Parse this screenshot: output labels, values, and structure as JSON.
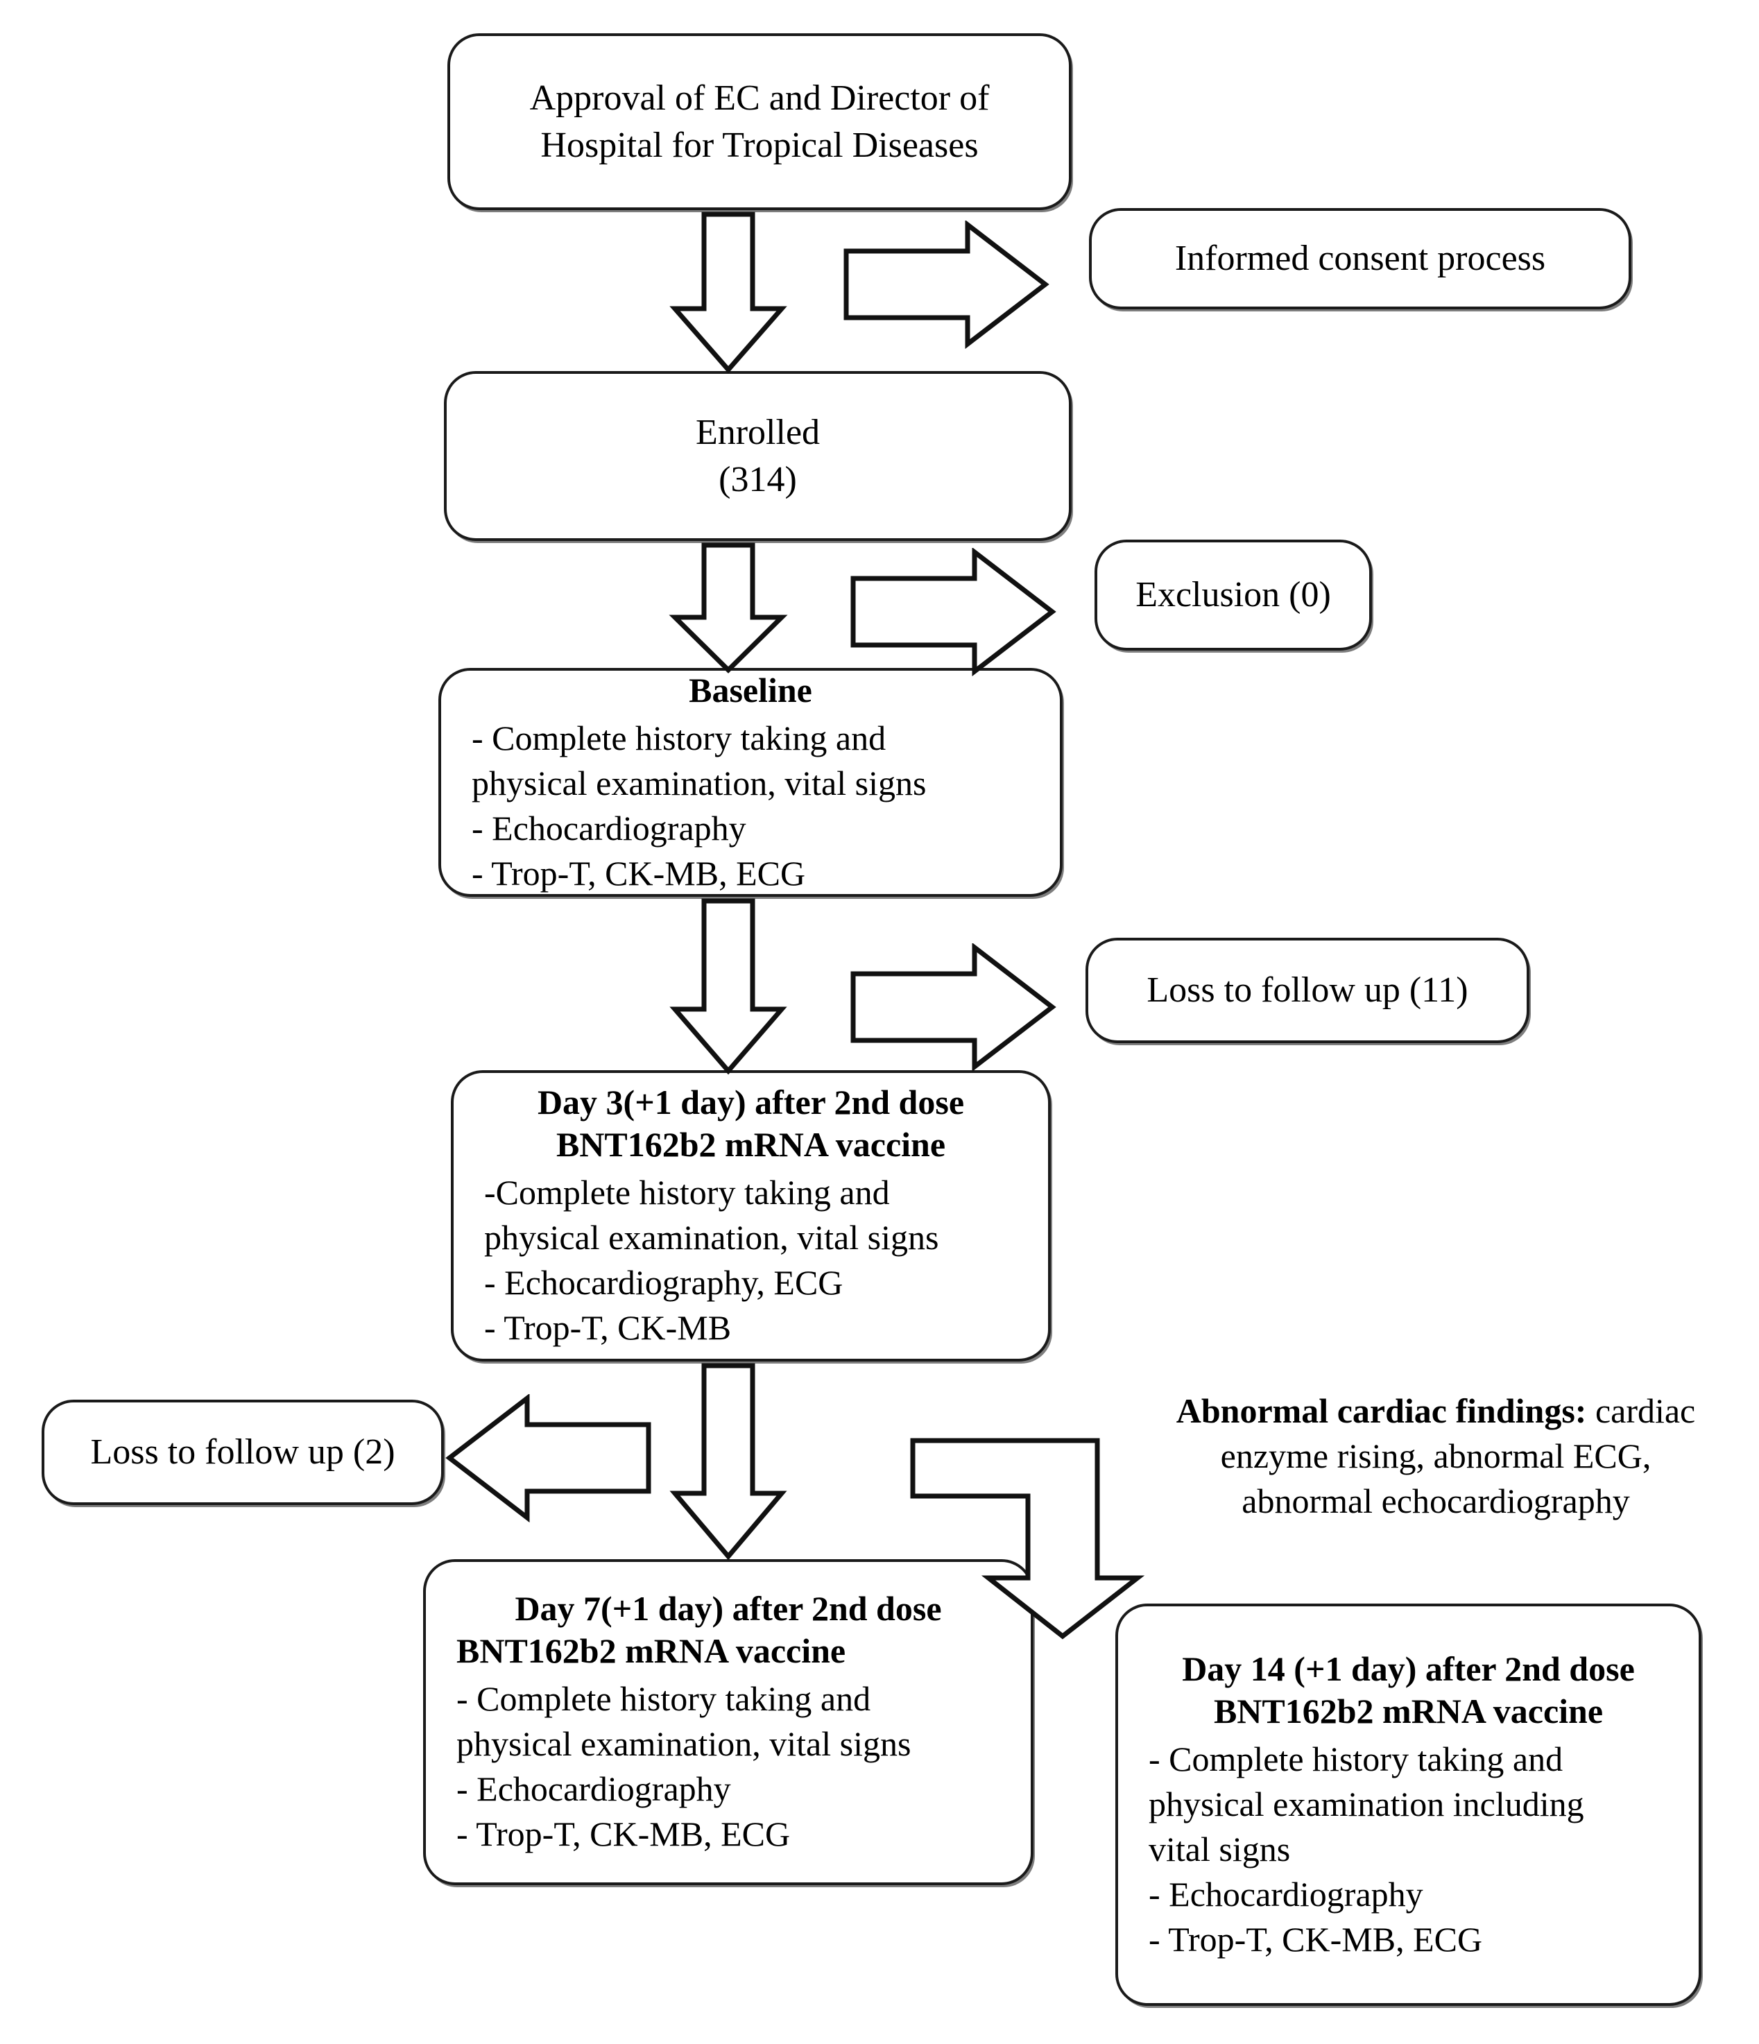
{
  "diagram": {
    "title": "Study flow diagram of BNT162b2 mRNA vaccine cardiac monitoring",
    "colors": {
      "stroke": "#1a1a1a",
      "fill": "#ffffff",
      "text": "#000000"
    },
    "nodes": {
      "approval": {
        "lines": [
          "Approval of EC and Director of",
          "Hospital for Tropical Diseases"
        ]
      },
      "consent": {
        "label": "Informed consent process"
      },
      "enrolled": {
        "lines": [
          "Enrolled",
          "(314)"
        ],
        "count": "314"
      },
      "exclusion": {
        "label": "Exclusion (0)",
        "count": "0"
      },
      "baseline": {
        "title": "Baseline",
        "items": [
          "- Complete history taking and",
          "physical examination, vital signs",
          "- Echocardiography",
          "- Trop-T, CK-MB, ECG"
        ]
      },
      "loss_follow_up_11": {
        "label": "Loss to follow up (11)",
        "count": "11"
      },
      "day3": {
        "title_lines": [
          "Day 3(+1 day) after 2nd dose",
          "BNT162b2 mRNA vaccine"
        ],
        "items": [
          "-Complete history taking and",
          "physical examination, vital signs",
          "- Echocardiography, ECG",
          "- Trop-T, CK-MB"
        ]
      },
      "loss_follow_up_2": {
        "label": "Loss to follow up (2)",
        "count": "2"
      },
      "day7": {
        "title_lines": [
          "Day 7(+1 day) after 2nd dose",
          "BNT162b2 mRNA vaccine"
        ],
        "items": [
          "- Complete history taking and",
          "physical examination, vital signs",
          "- Echocardiography",
          "- Trop-T, CK-MB, ECG"
        ]
      },
      "day14": {
        "title_lines": [
          "Day 14 (+1 day) after 2nd dose",
          "BNT162b2 mRNA vaccine"
        ],
        "items": [
          "- Complete history taking and",
          "physical examination including",
          "vital signs",
          "- Echocardiography",
          "- Trop-T, CK-MB, ECG"
        ]
      }
    },
    "annotations": {
      "abnormal_findings": {
        "bold_prefix": "Abnormal cardiac findings:",
        "rest_line1": " cardiac",
        "line2": "enzyme rising, abnormal ECG,",
        "line3": "abnormal echocardiography"
      }
    },
    "connectors": [
      {
        "name": "approval-to-enrolled",
        "type": "block-arrow-down"
      },
      {
        "name": "approval-to-consent",
        "type": "block-arrow-right"
      },
      {
        "name": "enrolled-to-baseline",
        "type": "block-arrow-down"
      },
      {
        "name": "enrolled-to-exclusion",
        "type": "block-arrow-right"
      },
      {
        "name": "baseline-to-day3",
        "type": "block-arrow-down"
      },
      {
        "name": "baseline-to-loss11",
        "type": "block-arrow-right"
      },
      {
        "name": "day3-to-day7",
        "type": "block-arrow-down"
      },
      {
        "name": "day3-to-loss2",
        "type": "block-arrow-left"
      },
      {
        "name": "day3-to-day14",
        "type": "block-arrow-elbow-down"
      }
    ]
  }
}
